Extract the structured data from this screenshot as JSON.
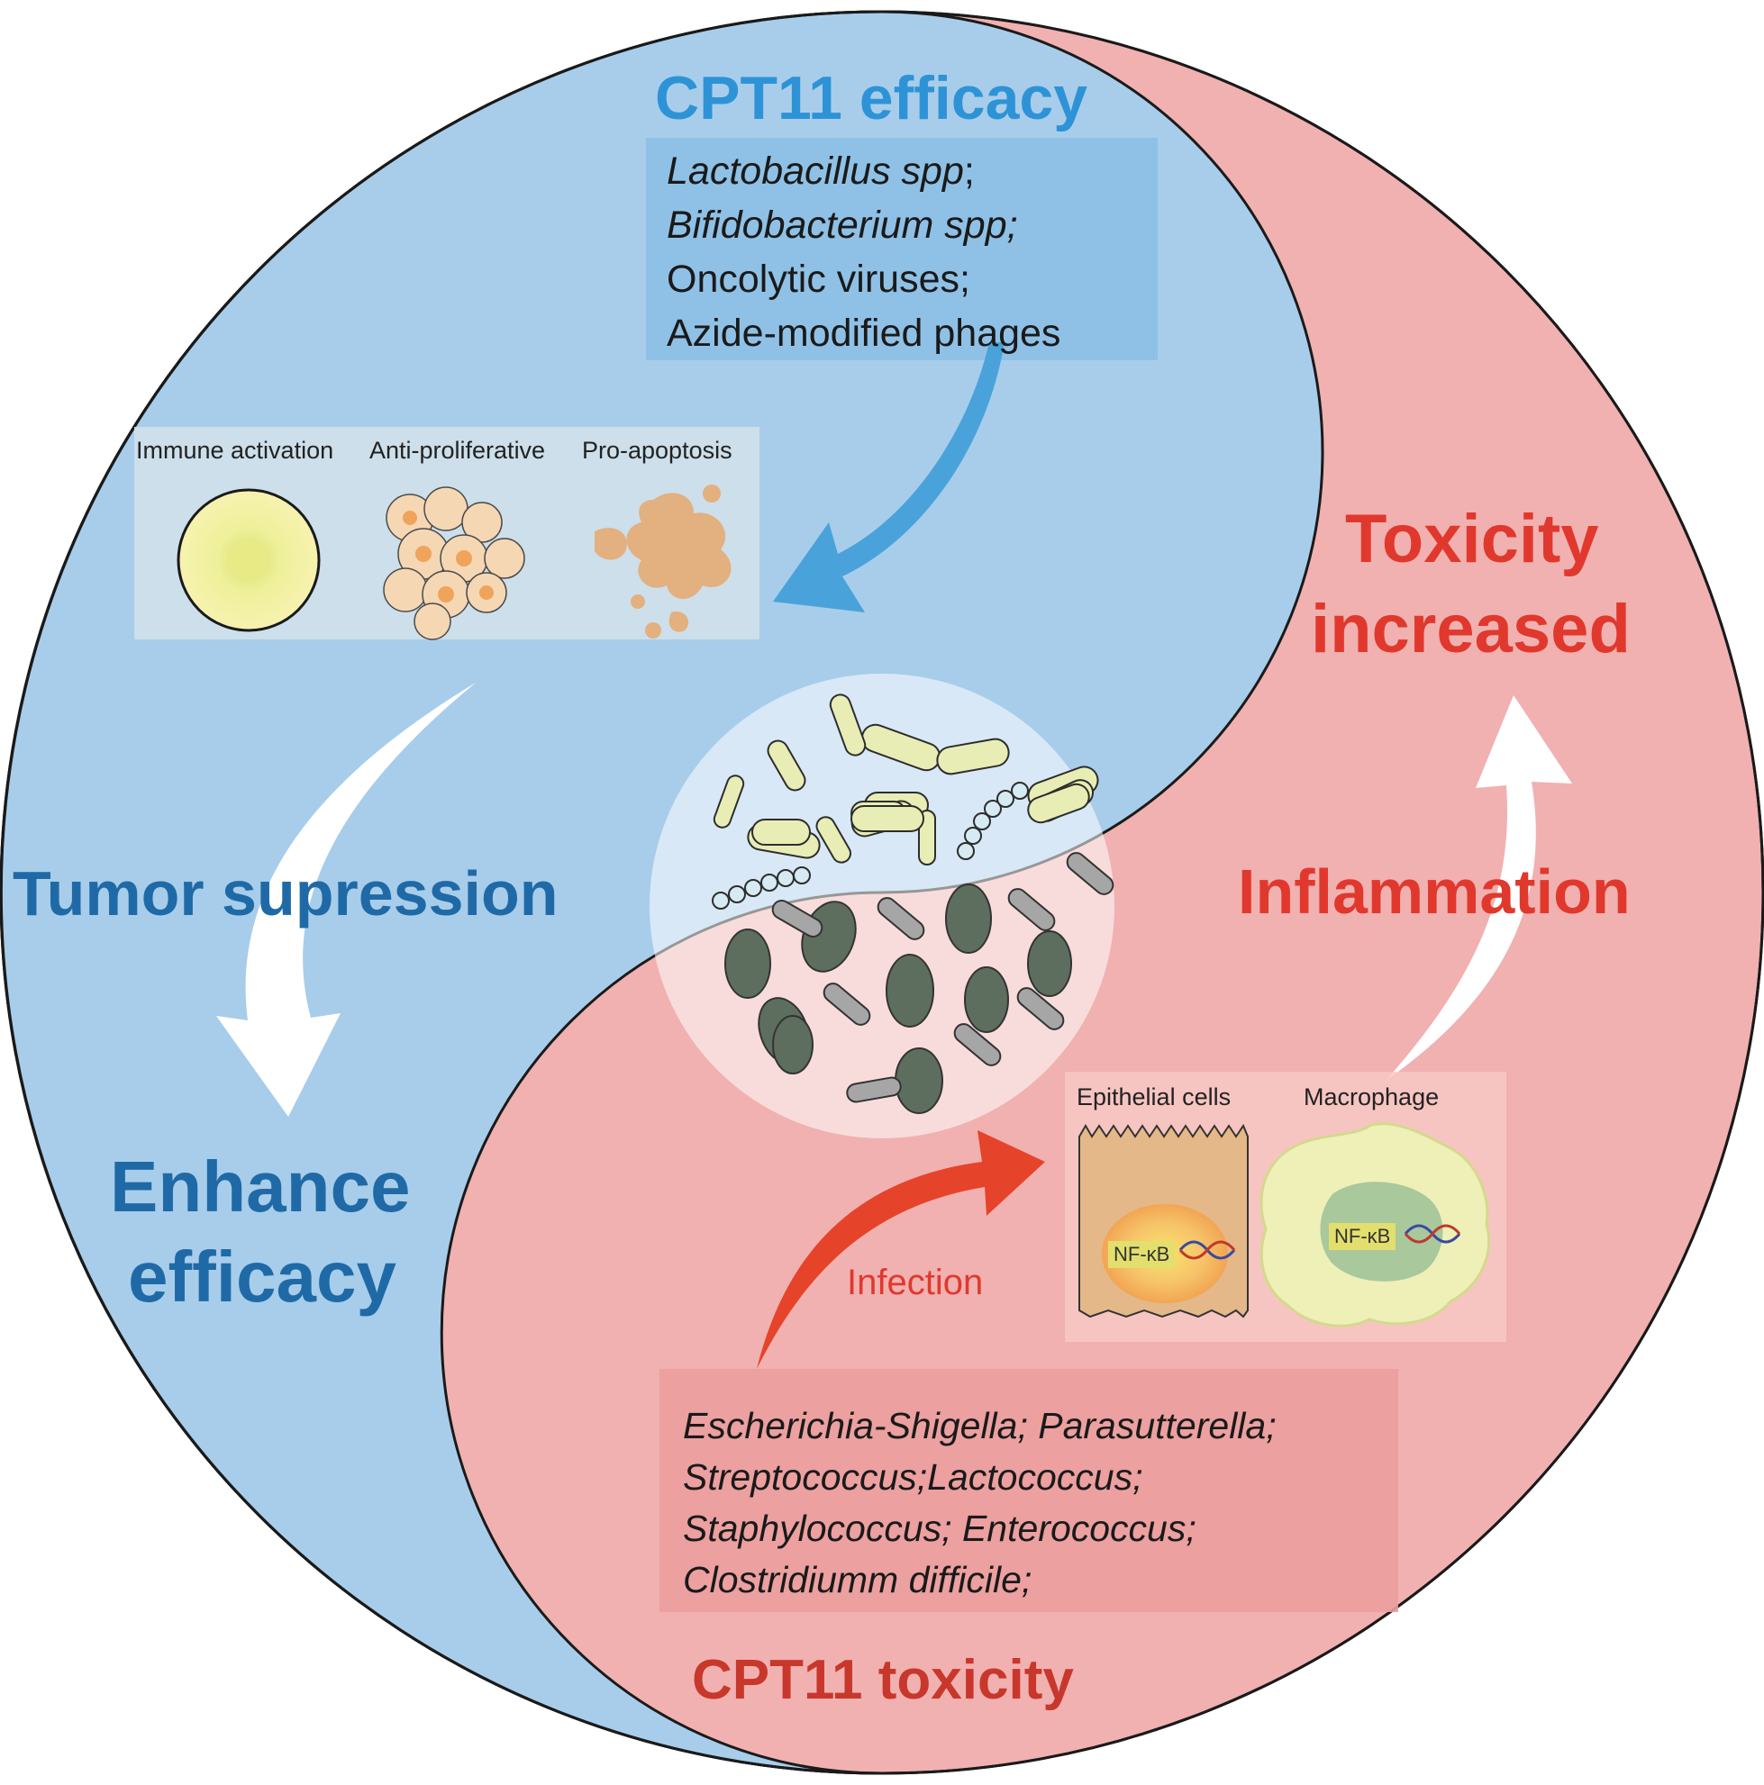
{
  "efficacy": {
    "title": "CPT11 efficacy",
    "agents": [
      {
        "text": "Lactobacillus spp",
        "suffix": ";",
        "italic": true
      },
      {
        "text": "Bifidobacterium spp;",
        "suffix": "",
        "italic": true
      },
      {
        "text": "Oncolytic viruses;",
        "suffix": "",
        "italic": false
      },
      {
        "text": "Azide-modified phages",
        "suffix": "",
        "italic": false
      }
    ],
    "mechanisms": [
      "Immune activation",
      "Anti-proliferative",
      "Pro-apoptosis"
    ],
    "tumor_label": "Tumor supression",
    "enhance_line1": "Enhance",
    "enhance_line2": "efficacy"
  },
  "toxicity": {
    "title": "CPT11 toxicity",
    "increased_line1": "Toxicity",
    "increased_line2": "increased",
    "inflammation_label": "Inflammation",
    "infection_label": "Infection",
    "cells": [
      "Epithelial cells",
      "Macrophage"
    ],
    "nfkb_label": "NF-κB",
    "bacteria": [
      "Escherichia-Shigella; Parasutterella;",
      "Streptococcus;Lactococcus;",
      "Staphylococcus; Enterococcus;",
      "Clostridiumm difficile;"
    ]
  },
  "colors": {
    "blue_half": "#a8cdea",
    "pink_half": "#f0b1b0",
    "blue_text": "#1f6aa6",
    "red_text": "#e1382d"
  }
}
